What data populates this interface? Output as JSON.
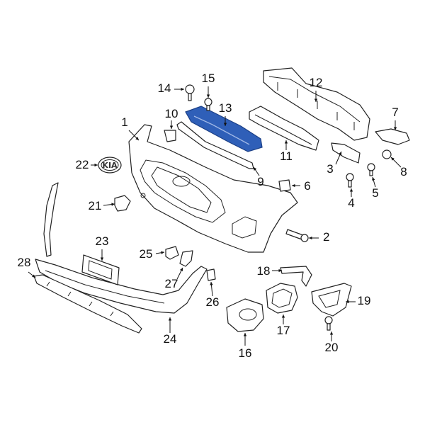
{
  "callouts": [
    {
      "id": "1",
      "label": "1"
    },
    {
      "id": "2",
      "label": "2"
    },
    {
      "id": "3",
      "label": "3"
    },
    {
      "id": "4",
      "label": "4"
    },
    {
      "id": "5",
      "label": "5"
    },
    {
      "id": "6",
      "label": "6"
    },
    {
      "id": "7",
      "label": "7"
    },
    {
      "id": "8",
      "label": "8"
    },
    {
      "id": "9",
      "label": "9"
    },
    {
      "id": "10",
      "label": "10"
    },
    {
      "id": "11",
      "label": "11"
    },
    {
      "id": "12",
      "label": "12"
    },
    {
      "id": "13",
      "label": "13"
    },
    {
      "id": "14",
      "label": "14"
    },
    {
      "id": "15",
      "label": "15"
    },
    {
      "id": "16",
      "label": "16"
    },
    {
      "id": "17",
      "label": "17"
    },
    {
      "id": "18",
      "label": "18"
    },
    {
      "id": "19",
      "label": "19"
    },
    {
      "id": "20",
      "label": "20"
    },
    {
      "id": "21",
      "label": "21"
    },
    {
      "id": "22",
      "label": "22"
    },
    {
      "id": "23",
      "label": "23"
    },
    {
      "id": "24",
      "label": "24"
    },
    {
      "id": "25",
      "label": "25"
    },
    {
      "id": "26",
      "label": "26"
    },
    {
      "id": "27",
      "label": "27"
    },
    {
      "id": "28",
      "label": "28"
    }
  ],
  "emblem": {
    "text": "KIA"
  },
  "colors": {
    "highlight": "#2f5fb8",
    "line": "#222222"
  },
  "highlighted_part": "13"
}
